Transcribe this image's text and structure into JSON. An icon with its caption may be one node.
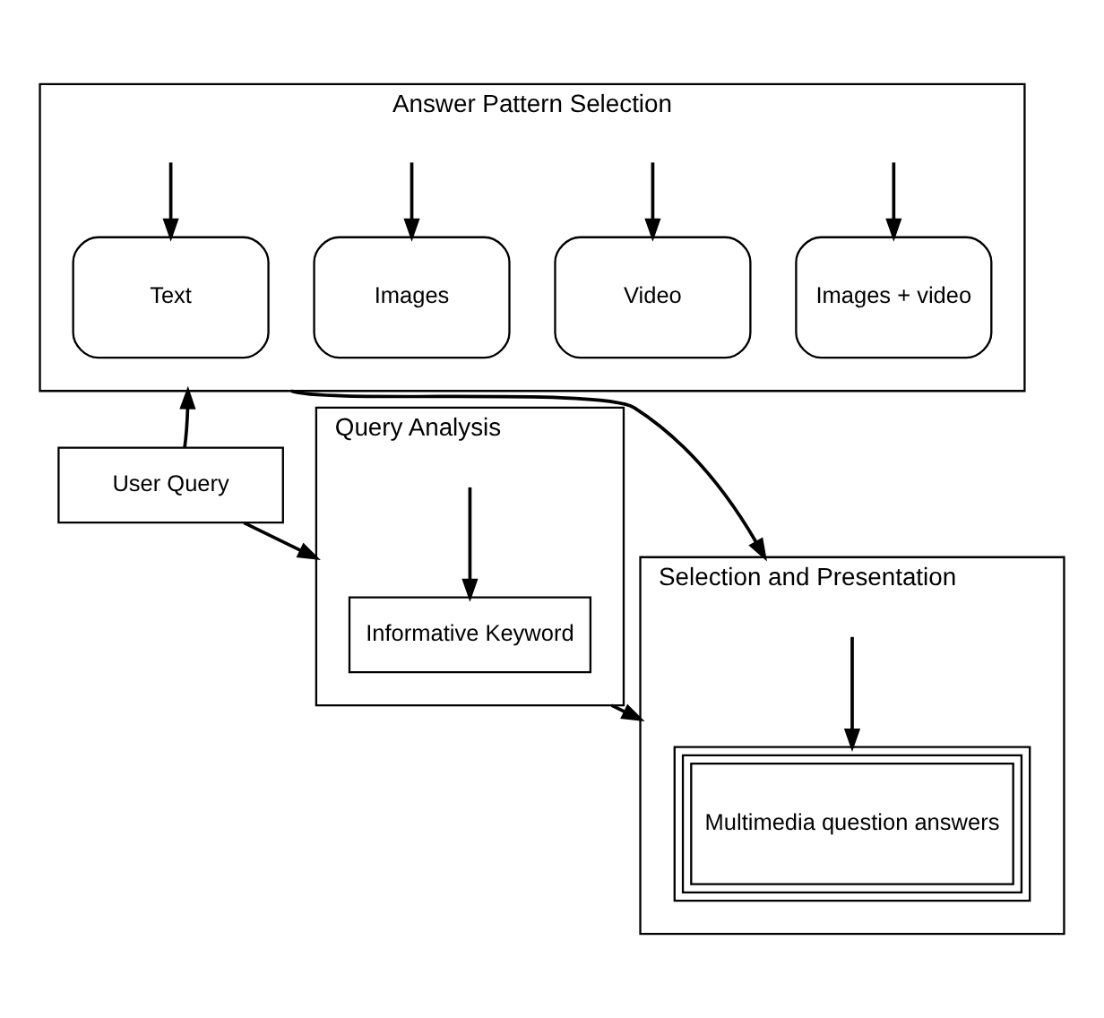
{
  "diagram": {
    "nodes": [
      {
        "text": [
          "Answer Pattern Selection"
        ]
      },
      {
        "text": [
          "Text"
        ],
        "in": 0
      },
      {
        "text": [
          "Images"
        ],
        "in": 0
      },
      {
        "text": [
          "Video"
        ],
        "in": 0
      },
      {
        "text": [
          "Images + video"
        ],
        "in": 0
      },
      {
        "text": [
          "User Query"
        ]
      },
      {
        "text": [
          "Query Analysis"
        ]
      },
      {
        "text": [
          "Informative Keyword"
        ],
        "in": 6
      },
      {
        "text": [
          "Selection and Presentation"
        ]
      },
      {
        "text": [
          "Multimedia question answers"
        ],
        "in": 8
      }
    ],
    "edges": [
      {
        "from": null,
        "to": 1,
        "arrow": "to"
      },
      {
        "from": null,
        "to": 2,
        "arrow": "to"
      },
      {
        "from": null,
        "to": 3,
        "arrow": "to"
      },
      {
        "from": null,
        "to": 4,
        "arrow": "to"
      },
      {
        "from": 5,
        "to": 0,
        "arrow": "to"
      },
      {
        "from": 5,
        "to": 6,
        "arrow": "to"
      },
      {
        "from": null,
        "to": 7,
        "arrow": "to"
      },
      {
        "from": 6,
        "to": 8,
        "arrow": "to"
      },
      {
        "from": null,
        "to": 9,
        "arrow": "to"
      },
      {
        "from": 0,
        "to": 8,
        "arrow": "to"
      }
    ]
  }
}
